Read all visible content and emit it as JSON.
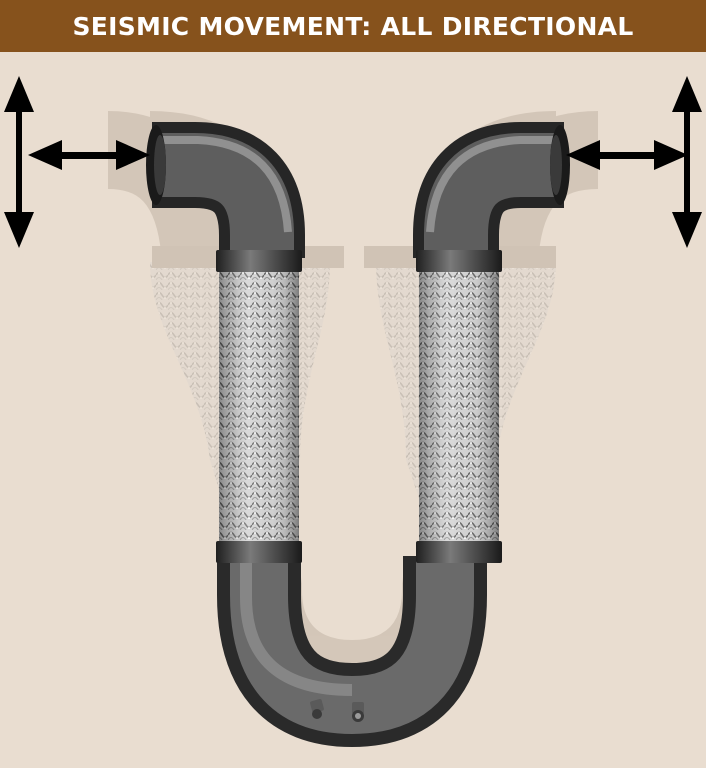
{
  "title": "SEISMIC MOVEMENT: ALL DIRECTIONAL",
  "colors": {
    "header_background": "#86521c",
    "header_text": "#ffffff",
    "background": "#e9ddd0",
    "pipe": "#4a4a4a",
    "braid": "#bdbdbd",
    "arrow": "#000000"
  },
  "illustration": {
    "subject": "U-shaped flexible pipe loop with braided hose legs and elbows",
    "ghost_positions": "faded offset copies showing displacement"
  },
  "icons": {
    "left_horizontal_arrow": "double-arrow-horizontal-icon",
    "left_vertical_arrow": "double-arrow-vertical-icon",
    "right_horizontal_arrow": "double-arrow-horizontal-icon",
    "right_vertical_arrow": "double-arrow-vertical-icon"
  }
}
